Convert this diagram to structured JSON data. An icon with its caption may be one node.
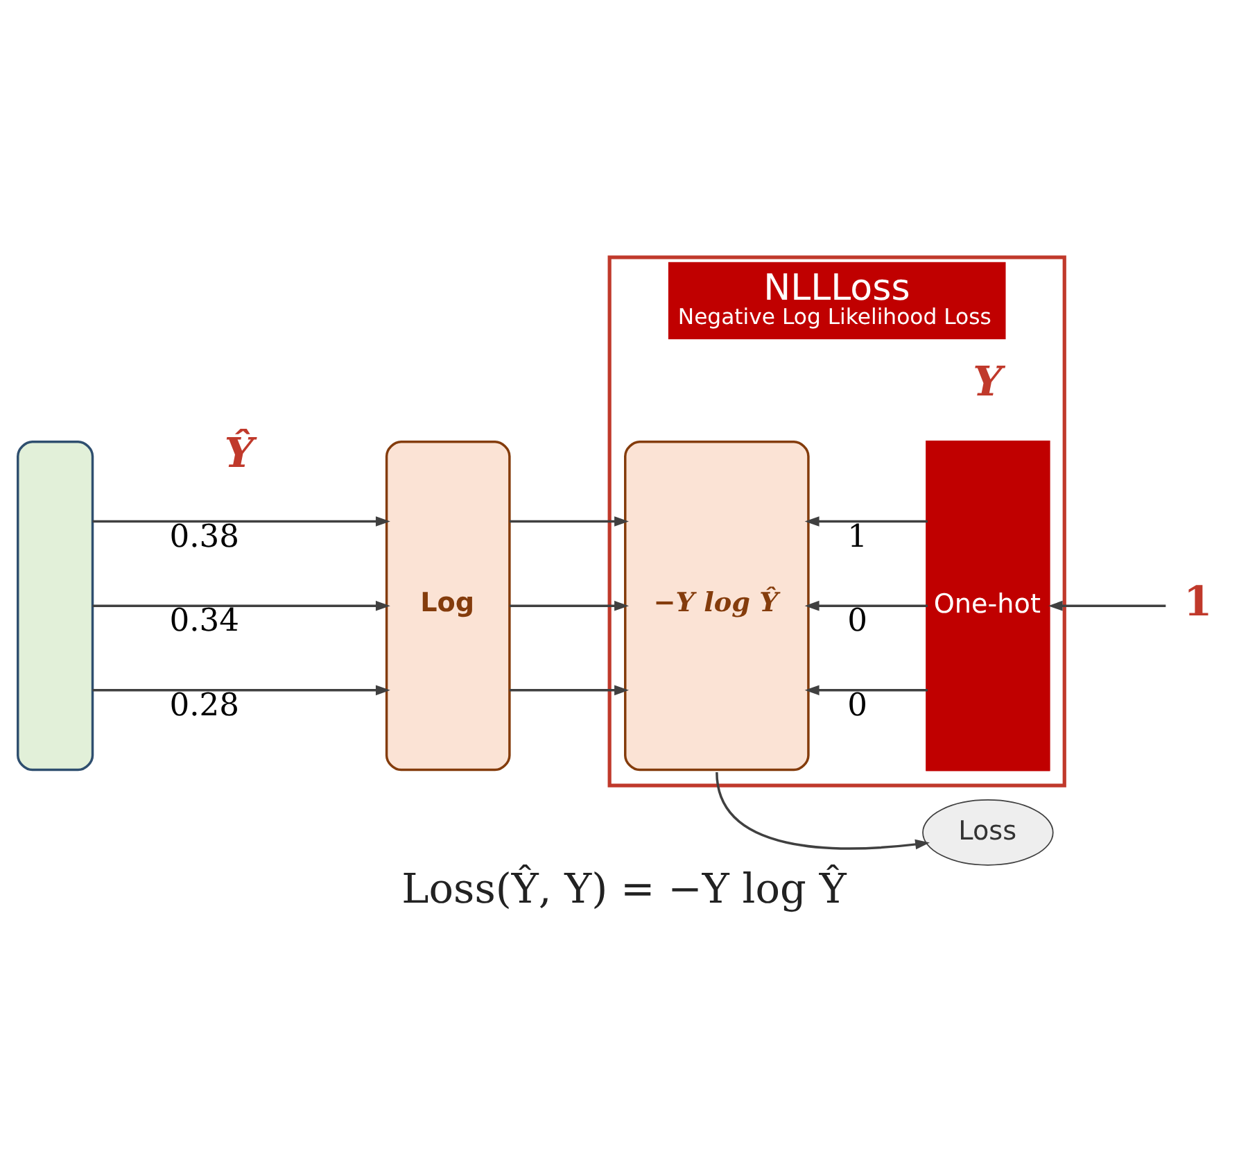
{
  "diagram": {
    "caption": "Loss(Ŷ, Y) = −Y log Ŷ",
    "nodes": [
      {
        "text": [],
        "shape": "box"
      },
      {
        "text": [
          "Log"
        ]
      },
      {
        "text": [
          "NLLLoss",
          "Negative Log Likelihood Loss"
        ]
      },
      {
        "text": [
          "−Y log Ŷ"
        ],
        "in": 2
      },
      {
        "text": [
          "One-hot"
        ],
        "in": 2
      },
      {
        "text": [
          "1"
        ]
      },
      {
        "text": [
          "Loss"
        ]
      }
    ],
    "edges": [
      {
        "from": 0,
        "to": 1,
        "arrow": "to",
        "label": "0.38"
      },
      {
        "from": 0,
        "to": 1,
        "arrow": "to",
        "label": "0.34"
      },
      {
        "from": 0,
        "to": 1,
        "arrow": "to",
        "label": "0.28"
      },
      {
        "from": 1,
        "to": 3,
        "arrow": "to"
      },
      {
        "from": 1,
        "to": 3,
        "arrow": "to"
      },
      {
        "from": 1,
        "to": 3,
        "arrow": "to"
      },
      {
        "from": 4,
        "to": 3,
        "arrow": "to",
        "label": "1"
      },
      {
        "from": 4,
        "to": 3,
        "arrow": "to",
        "label": "0"
      },
      {
        "from": 4,
        "to": 3,
        "arrow": "to",
        "label": "0"
      },
      {
        "from": 5,
        "to": 4,
        "arrow": "to"
      },
      {
        "from": 3,
        "to": 6,
        "arrow": "to"
      }
    ],
    "labels": [
      "Ŷ",
      "Y"
    ]
  }
}
